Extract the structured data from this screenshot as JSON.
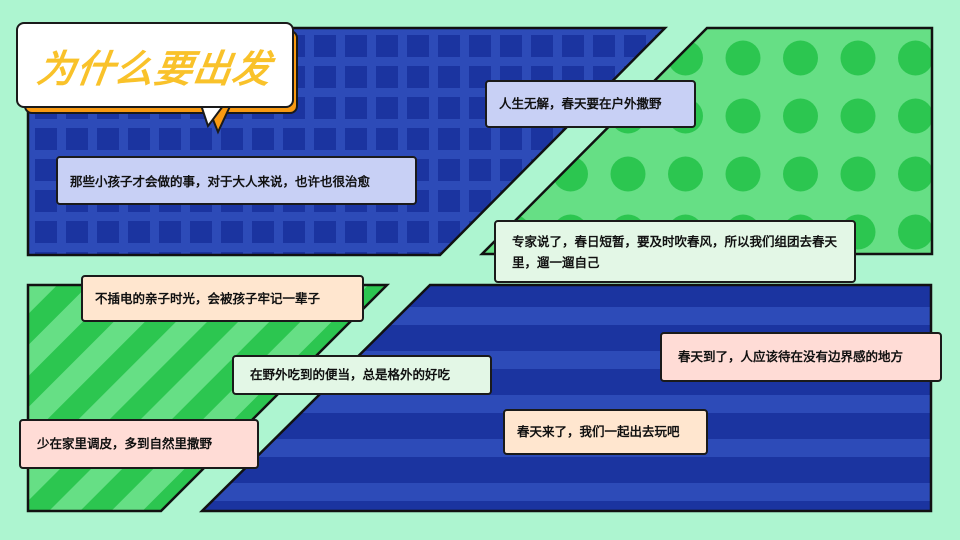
{
  "title": {
    "text": "为什么要出发",
    "color": "#f9c22a",
    "shadow_color": "#f99a12"
  },
  "colors": {
    "background": "#adf5d0",
    "blue_dark": "#1b34a0",
    "blue_light": "#2d4bb8",
    "green_dark": "#2cc650",
    "green_light": "#66df85"
  },
  "notes": [
    {
      "id": "n1",
      "text": "那些小孩子才会做的事，对于大人来说，也许也很治愈"
    },
    {
      "id": "n2",
      "text": "人生无解，春天要在户外撒野"
    },
    {
      "id": "n3",
      "text": "专家说了，春日短暂，要及时吹春风，所以我们组团去春天里，遛一遛自己"
    },
    {
      "id": "n4",
      "text": "不插电的亲子时光，会被孩子牢记一辈子"
    },
    {
      "id": "n5",
      "text": "在野外吃到的便当，总是格外的好吃"
    },
    {
      "id": "n6",
      "text": "春天到了，人应该待在没有边界感的地方"
    },
    {
      "id": "n7",
      "text": "少在家里调皮，多到自然里撒野"
    },
    {
      "id": "n8",
      "text": "春天来了，我们一起出去玩吧"
    }
  ]
}
